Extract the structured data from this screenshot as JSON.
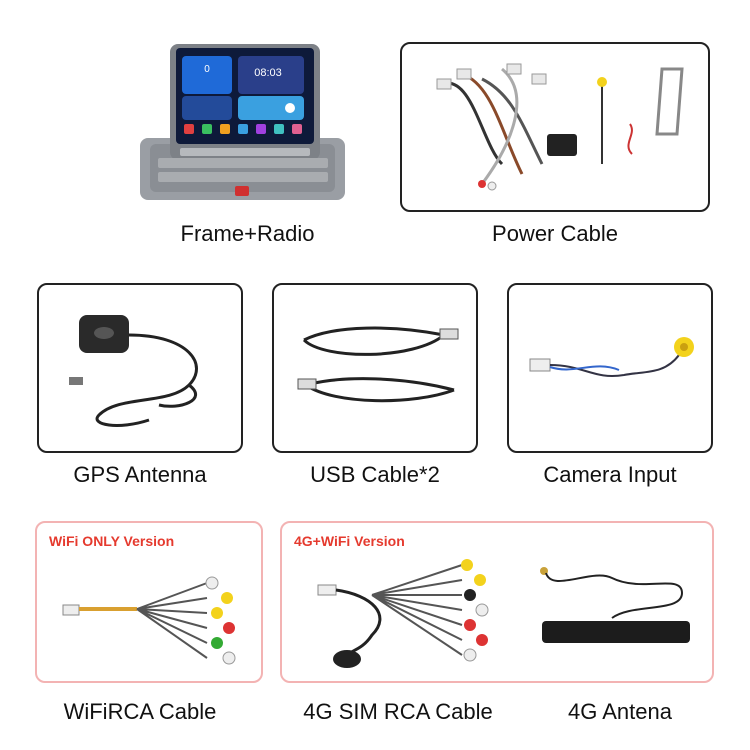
{
  "items": {
    "frame_radio": {
      "label": "Frame+Radio",
      "screen": {
        "time": "08:03",
        "speed": "0"
      }
    },
    "power_cable": {
      "label": "Power Cable"
    },
    "gps_antenna": {
      "label": "GPS Antenna"
    },
    "usb_cable": {
      "label": "USB Cable*2"
    },
    "camera_input": {
      "label": "Camera Input"
    },
    "wifi_rca_cable": {
      "label": "WiFiRCA Cable"
    },
    "sim_rca_cable": {
      "label": "4G SIM RCA Cable"
    },
    "antenna_4g": {
      "label": "4G Antena"
    }
  },
  "versions": {
    "wifi_only": "WiFi ONLY Version",
    "wifi_4g": "4G+WiFi Version"
  },
  "colors": {
    "version_label": "#e53a2e",
    "version_border": "#f3b3b3",
    "box_border": "#222222"
  }
}
